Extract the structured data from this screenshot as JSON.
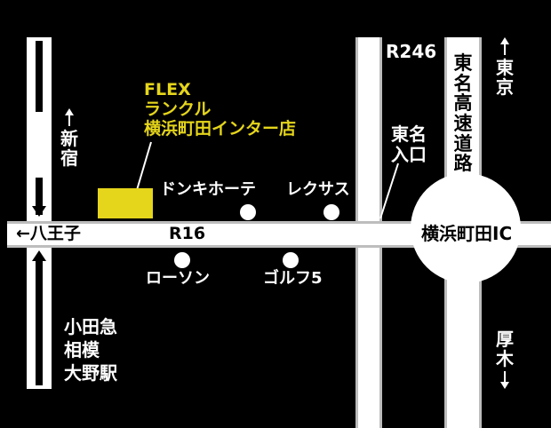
{
  "store": {
    "brand": "FLEX",
    "name_line1": "ランクル",
    "name_line2": "横浜町田インター店",
    "color": "#e5d51b"
  },
  "roads": {
    "r16": "R16",
    "r246": "R246",
    "tomei_label": "東名高速道路",
    "tomei_entrance": "東名\n入口",
    "interchange": "横浜町田IC"
  },
  "landmarks": {
    "donki": "ドンキホーテ",
    "lexus": "レクサス",
    "lawson": "ローソン",
    "golf5": "ゴルフ5"
  },
  "directions": {
    "hachioji": "←八王子",
    "shinjuku": "新宿",
    "tokyo": "東京",
    "atsugi": "厚木"
  },
  "station": {
    "line1": "小田急",
    "line2": "相模",
    "line3": "大野駅"
  }
}
